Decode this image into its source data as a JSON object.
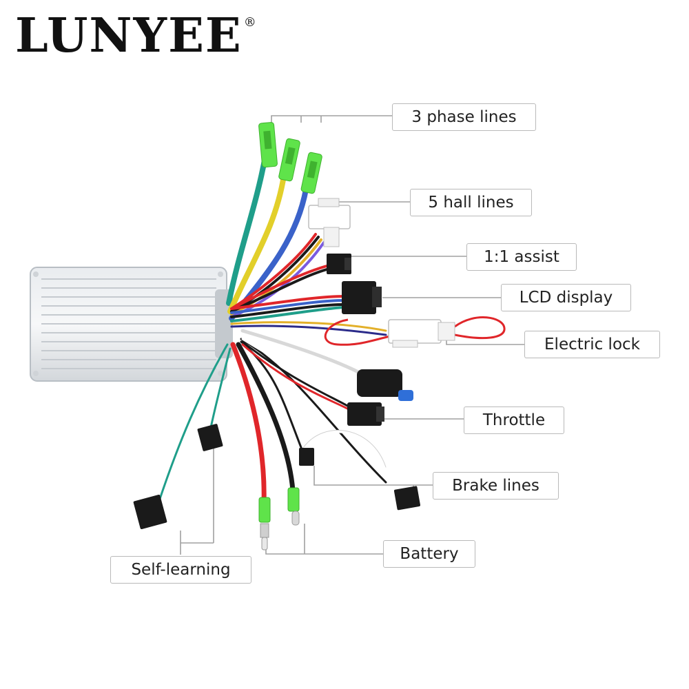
{
  "brand": {
    "name": "LUNYEE",
    "mark": "®"
  },
  "labels": {
    "phase": "3 phase lines",
    "hall": "5 hall lines",
    "assist": "1:1 assist",
    "lcd": "LCD display",
    "lock": "Electric lock",
    "throttle": "Throttle",
    "brake": "Brake lines",
    "battery": "Battery",
    "self_learning": "Self-learning"
  },
  "colors": {
    "wire_green": "#1f9e8a",
    "wire_yellow": "#e2cf2a",
    "wire_blue": "#3a62c9",
    "wire_red": "#e0262a",
    "wire_black": "#1a1a1a",
    "connector_green": "#5fe34a",
    "leader_line": "#a0a0a0"
  }
}
